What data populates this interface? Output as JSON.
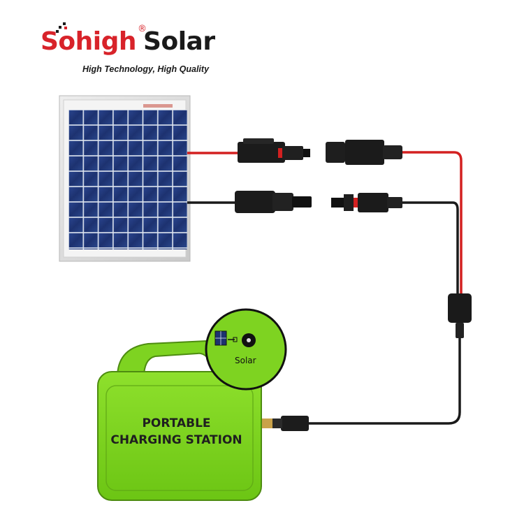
{
  "brand": {
    "name_part1": "Sohigh",
    "name_part2": "Solar",
    "registered_mark": "®",
    "tagline": "High Technology, High Quality"
  },
  "product": {
    "station_label_line1": "PORTABLE",
    "station_label_line2": "CHARGING STATION",
    "port_label": "Solar"
  },
  "colors": {
    "brand_red": "#d8232a",
    "station_green": "#7ed321",
    "wire_red": "#d32020",
    "wire_black": "#1a1a1a",
    "panel_blue": "#223a7a"
  }
}
